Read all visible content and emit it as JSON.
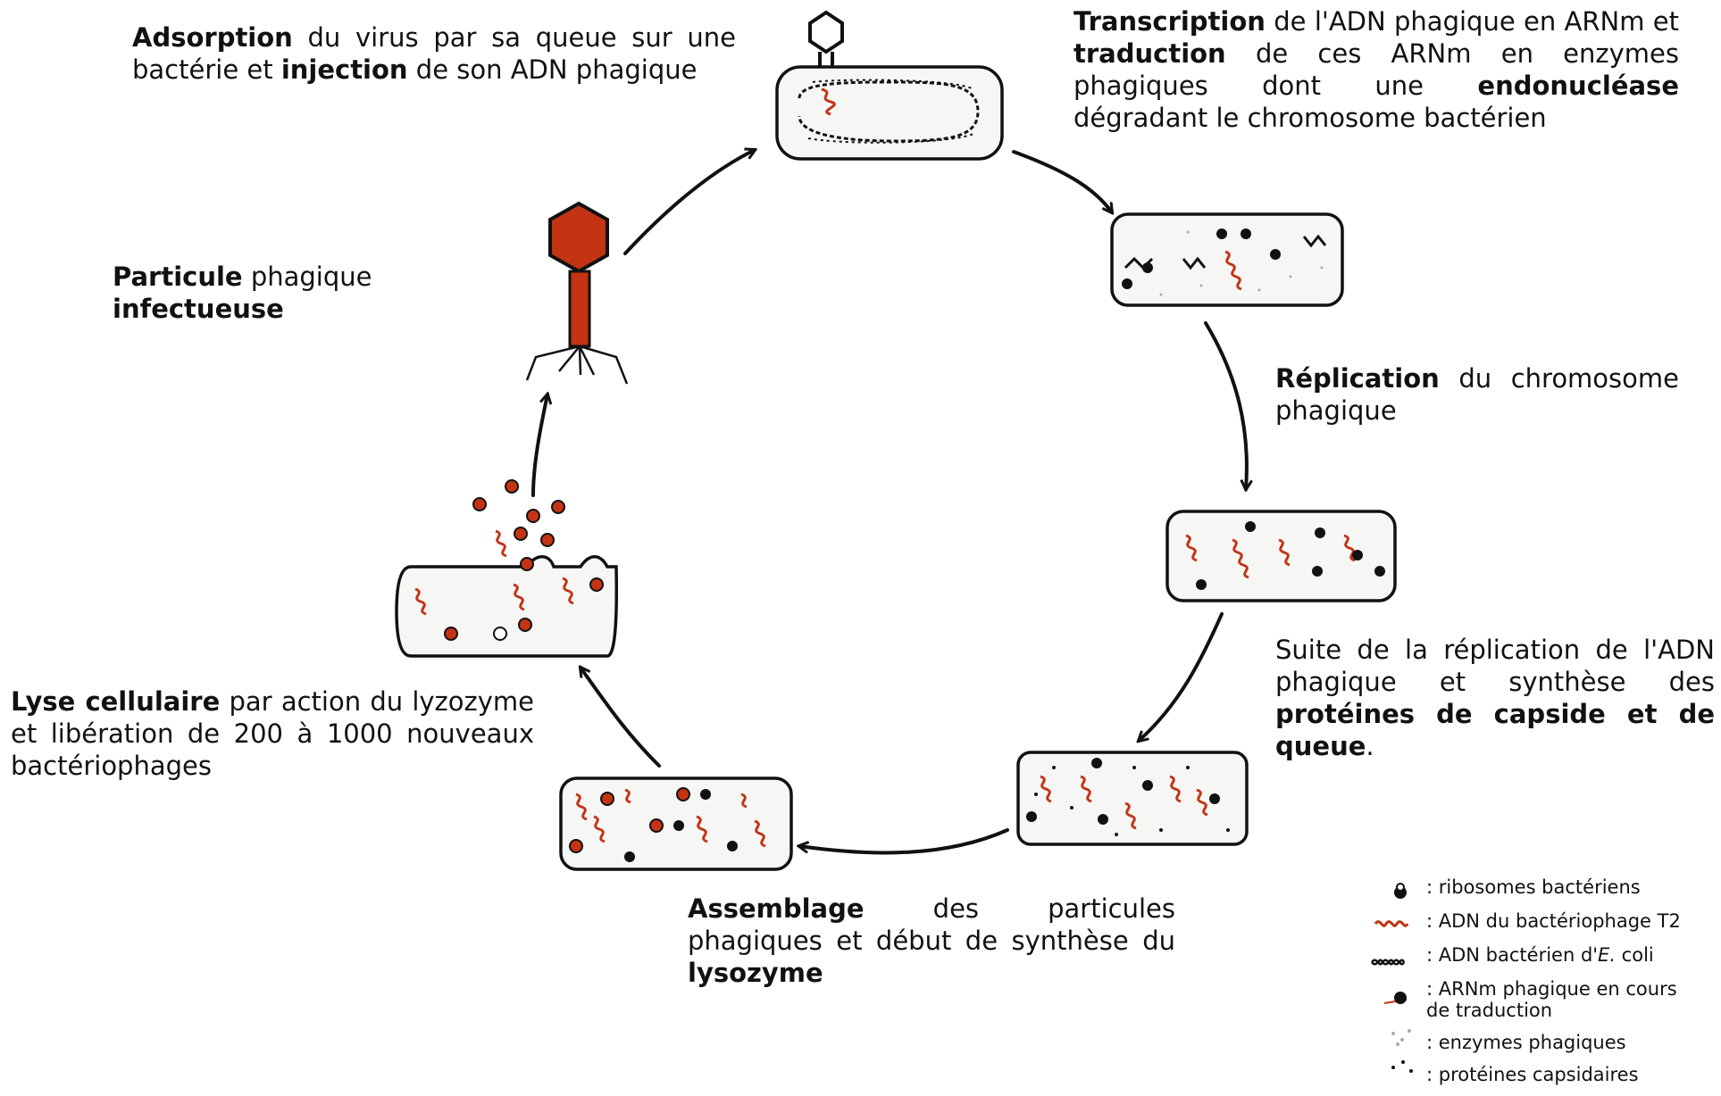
{
  "steps": {
    "adsorption": {
      "b1": "Adsorption",
      "t1": " du virus par sa queue sur une bactérie et ",
      "b2": "injection",
      "t2": " de son ADN phagique"
    },
    "transcription": {
      "b1": "Transcription",
      "t1": " de l'ADN phagique en ARNm et ",
      "b2": "traduction",
      "t2": " de ces ARNm en enzymes phagiques dont une ",
      "b3": "endonucléase",
      "t3": " dégradant le chromosome bactérien"
    },
    "replication": {
      "b1": "Réplication",
      "t1": " du chromosome phagique"
    },
    "suite": {
      "t1": "Suite de la réplication de l'ADN phagique et synthèse des ",
      "b1": "protéines de capside et de queue",
      "t2": "."
    },
    "assemblage": {
      "b1": "Assemblage",
      "t1": " des particules phagiques et début de synthèse du ",
      "b2": "lysozyme"
    },
    "lyse": {
      "b1": "Lyse cellulaire",
      "t1": " par action du lyzozyme et libération de 200 à 1000 nouveaux bactériophages"
    },
    "particule": {
      "b1": "Particule",
      "t1": " phagique ",
      "b2": "infectueuse"
    }
  },
  "legend": {
    "ribosomes": ": ribosomes bactériens",
    "adn_phage": ": ADN du bactériophage T2",
    "adn_bact_pre": ": ADN bactérien d'",
    "adn_bact_em": "E.",
    "adn_bact_post": " coli",
    "arnm": ": ARNm phagique en cours de traduction",
    "enzymes": ": enzymes phagiques",
    "capsid": ": protéines capsidaires"
  },
  "colors": {
    "phage": "#c23414",
    "dark": "#111111",
    "cell_fill": "#f6f6f4"
  }
}
